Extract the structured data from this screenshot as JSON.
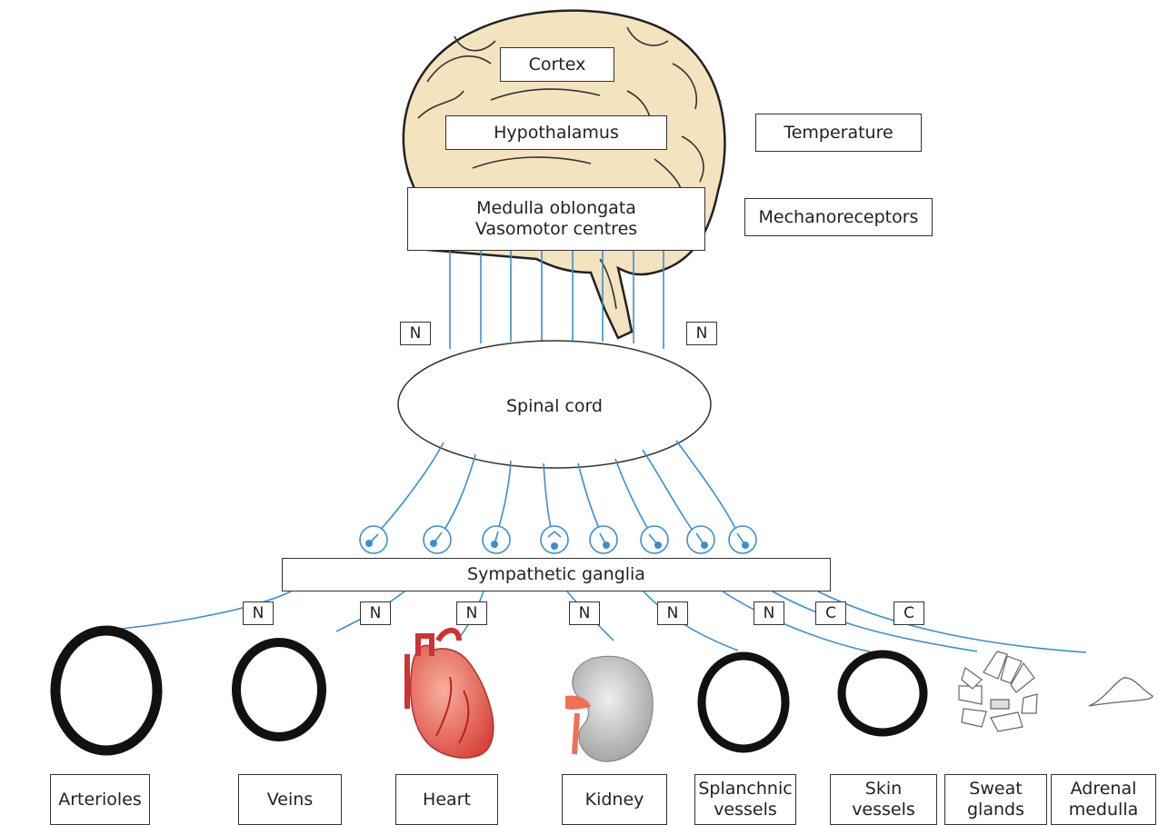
{
  "diagram": {
    "brain_regions": {
      "cortex": "Cortex",
      "hypothalamus": "Hypothalamus",
      "medulla": "Medulla oblongata\nVasomotor centres"
    },
    "inputs": {
      "temperature": "Temperature",
      "mechanoreceptors": "Mechanoreceptors"
    },
    "spinal_cord": "Spinal cord",
    "ganglia": "Sympathetic ganglia",
    "descending_tags": [
      "N",
      "N"
    ],
    "effector_tags": [
      "N",
      "N",
      "N",
      "N",
      "N",
      "N",
      "C",
      "C"
    ],
    "effectors": [
      {
        "label": "Arterioles",
        "icon": "vessel-ring-icon"
      },
      {
        "label": "Veins",
        "icon": "vessel-ring-icon"
      },
      {
        "label": "Heart",
        "icon": "heart-icon"
      },
      {
        "label": "Kidney",
        "icon": "kidney-icon"
      },
      {
        "label": "Splanchnic\nvessels",
        "icon": "vessel-ring-icon"
      },
      {
        "label": "Skin\nvessels",
        "icon": "vessel-ring-icon"
      },
      {
        "label": "Sweat\nglands",
        "icon": "sweat-gland-icon"
      },
      {
        "label": "Adrenal\nmedulla",
        "icon": "adrenal-medulla-icon"
      }
    ],
    "colors": {
      "nerve": "#3a8fd0",
      "brain_fill": "#f3e3bf",
      "outline": "#333333",
      "heart": "#e8584a",
      "kidney": "#b8b8b8"
    }
  }
}
